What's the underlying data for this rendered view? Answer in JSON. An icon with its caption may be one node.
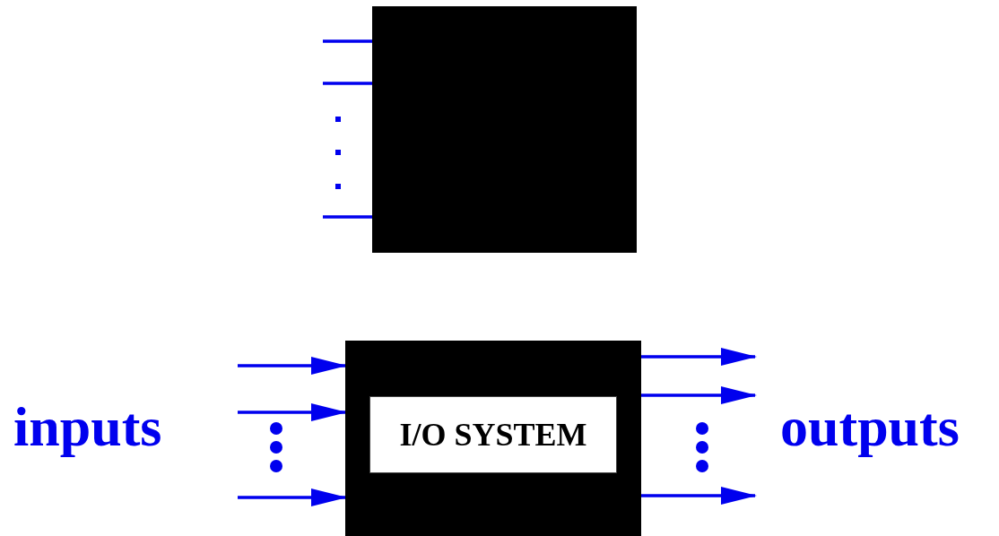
{
  "diagram": {
    "nodes": [
      {
        "text": [],
        "shape": "box"
      },
      {
        "text": [],
        "shape": "box"
      },
      {
        "text": [
          "I/O SYSTEM"
        ],
        "in": 1
      }
    ],
    "edges": [
      {
        "from": null,
        "to": 0,
        "arrow": "none"
      },
      {
        "from": null,
        "to": 0,
        "arrow": "none"
      },
      {
        "from": null,
        "to": 0,
        "arrow": "none"
      },
      {
        "from": null,
        "to": 1,
        "arrow": "to"
      },
      {
        "from": null,
        "to": 1,
        "arrow": "to"
      },
      {
        "from": null,
        "to": 1,
        "arrow": "to"
      },
      {
        "from": 1,
        "to": null,
        "arrow": "to"
      },
      {
        "from": 1,
        "to": null,
        "arrow": "to"
      },
      {
        "from": 1,
        "to": null,
        "arrow": "to"
      }
    ],
    "labels": [
      "inputs",
      "outputs"
    ]
  }
}
